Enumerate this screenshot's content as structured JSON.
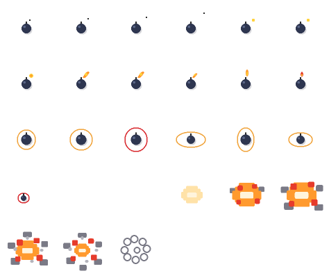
{
  "sprite_sheet": {
    "columns": 6,
    "rows": 5,
    "background": "#ffffff",
    "palette": {
      "bomb_body": "#2e3650",
      "bomb_shadow": "#1f2438",
      "bomb_highlight": "#5a6688",
      "fuse": "#2a2a2a",
      "spark_orange": "#ff9a2e",
      "spark_yellow": "#ffd23d",
      "flame_red": "#e63b2b",
      "ring_orange": "#f0a33a",
      "ring_red": "#d8272c",
      "fire_light": "#ffe2a8",
      "fire_core": "#fff4dc",
      "smoke_gray": "#7a7a86",
      "smoke_light": "#b4b4bc"
    },
    "frames": [
      {
        "id": 1,
        "kind": "bomb-fuse",
        "spark": "dot-near"
      },
      {
        "id": 2,
        "kind": "bomb-fuse",
        "spark": "dot-right"
      },
      {
        "id": 3,
        "kind": "bomb-fuse",
        "spark": "dot-far"
      },
      {
        "id": 4,
        "kind": "bomb-fuse",
        "spark": "dot-top"
      },
      {
        "id": 5,
        "kind": "bomb-fuse",
        "spark": "yellow-small"
      },
      {
        "id": 6,
        "kind": "bomb-fuse",
        "spark": "yellow-small"
      },
      {
        "id": 7,
        "kind": "bomb-fuse",
        "spark": "yellow-round"
      },
      {
        "id": 8,
        "kind": "bomb-fuse",
        "spark": "flame-big"
      },
      {
        "id": 9,
        "kind": "bomb-fuse",
        "spark": "flame-big"
      },
      {
        "id": 10,
        "kind": "bomb-fuse",
        "spark": "flame-medium"
      },
      {
        "id": 11,
        "kind": "bomb-fuse",
        "spark": "flame-tall"
      },
      {
        "id": 12,
        "kind": "bomb-fuse",
        "spark": "flame-small"
      },
      {
        "id": 13,
        "kind": "bomb-ring",
        "ring": "orange-round"
      },
      {
        "id": 14,
        "kind": "bomb-ring",
        "ring": "orange-large"
      },
      {
        "id": 15,
        "kind": "bomb-ring",
        "ring": "red-large"
      },
      {
        "id": 16,
        "kind": "bomb-ring",
        "ring": "orange-wide"
      },
      {
        "id": 17,
        "kind": "bomb-ring",
        "ring": "orange-tall"
      },
      {
        "id": 18,
        "kind": "bomb-ring",
        "ring": "orange-flat"
      },
      {
        "id": 19,
        "kind": "bomb-tiny",
        "ring": "red-small"
      },
      {
        "id": 20,
        "kind": "empty"
      },
      {
        "id": 21,
        "kind": "empty"
      },
      {
        "id": 22,
        "kind": "explosion-1"
      },
      {
        "id": 23,
        "kind": "explosion-2"
      },
      {
        "id": 24,
        "kind": "explosion-3"
      },
      {
        "id": 25,
        "kind": "explosion-4"
      },
      {
        "id": 26,
        "kind": "explosion-5"
      },
      {
        "id": 27,
        "kind": "smoke"
      },
      {
        "id": 28,
        "kind": "empty"
      },
      {
        "id": 29,
        "kind": "empty"
      },
      {
        "id": 30,
        "kind": "empty"
      }
    ]
  }
}
